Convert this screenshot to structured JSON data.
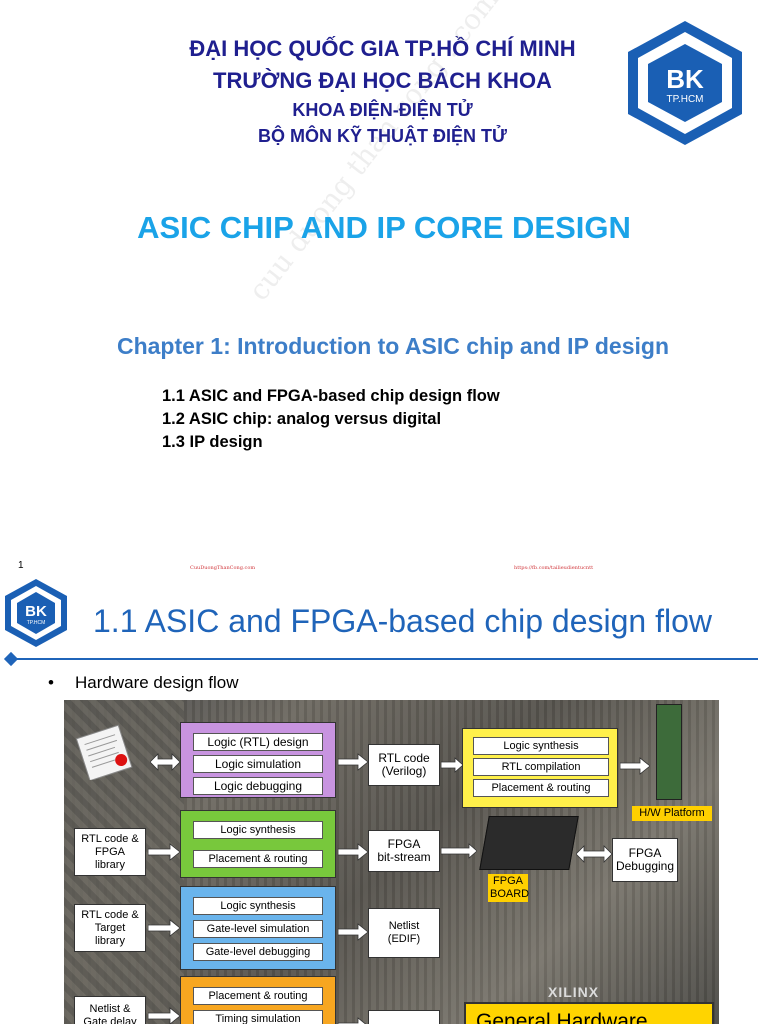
{
  "slide1": {
    "university_lines": [
      "ĐẠI HỌC QUỐC GIA TP.HỒ CHÍ MINH",
      "TRƯỜNG ĐẠI HỌC BÁCH KHOA",
      "KHOA ĐIỆN-ĐIỆN TỬ",
      "BỘ MÔN KỸ THUẬT ĐIỆN TỬ"
    ],
    "logo": {
      "text_main": "BK",
      "text_sub": "TP.HCM"
    },
    "watermark": "cuu duong than cong . com",
    "title": "ASIC CHIP AND IP CORE DESIGN",
    "chapter": "Chapter 1: Introduction to ASIC chip and IP design",
    "toc": [
      "1.1 ASIC and FPGA-based chip design flow",
      "1.2 ASIC chip: analog versus digital",
      "1.3 IP design"
    ]
  },
  "footer": {
    "slide_number": "1",
    "left": "CuuDuongThanCong.com",
    "right": "https://fb.com/tailieudientucntt"
  },
  "slide2": {
    "logo": {
      "text_main": "BK",
      "text_sub": "TP.HCM"
    },
    "title": "1.1 ASIC and FPGA-based chip design flow",
    "bullet": "Hardware design flow",
    "diagram": {
      "rtl_group": [
        "Logic (RTL) design",
        "Logic simulation",
        "Logic debugging"
      ],
      "rtl_output": [
        "RTL code",
        "(Verilog)"
      ],
      "emulation_group": [
        "Logic synthesis",
        "RTL compilation",
        "Placement & routing"
      ],
      "hw_platform": "H/W Platform",
      "fpga_input": [
        "RTL code &",
        "FPGA",
        "library"
      ],
      "fpga_group": [
        "Logic synthesis",
        "Placement & routing"
      ],
      "fpga_output": [
        "FPGA",
        "bit-stream"
      ],
      "fpga_board": [
        "FPGA",
        "BOARD"
      ],
      "fpga_debug": [
        "FPGA",
        "Debugging"
      ],
      "asic_input": [
        "RTL code &",
        "Target",
        "library"
      ],
      "asic_group": [
        "Logic synthesis",
        "Gate-level simulation",
        "Gate-level debugging"
      ],
      "netlist_output": [
        "Netlist",
        "(EDIF)"
      ],
      "layout_input": [
        "Netlist &",
        "Gate delay"
      ],
      "layout_group": [
        "Placement & routing",
        "Timing simulation"
      ],
      "vendor": "XILINX",
      "caption": "General Hardware"
    }
  }
}
